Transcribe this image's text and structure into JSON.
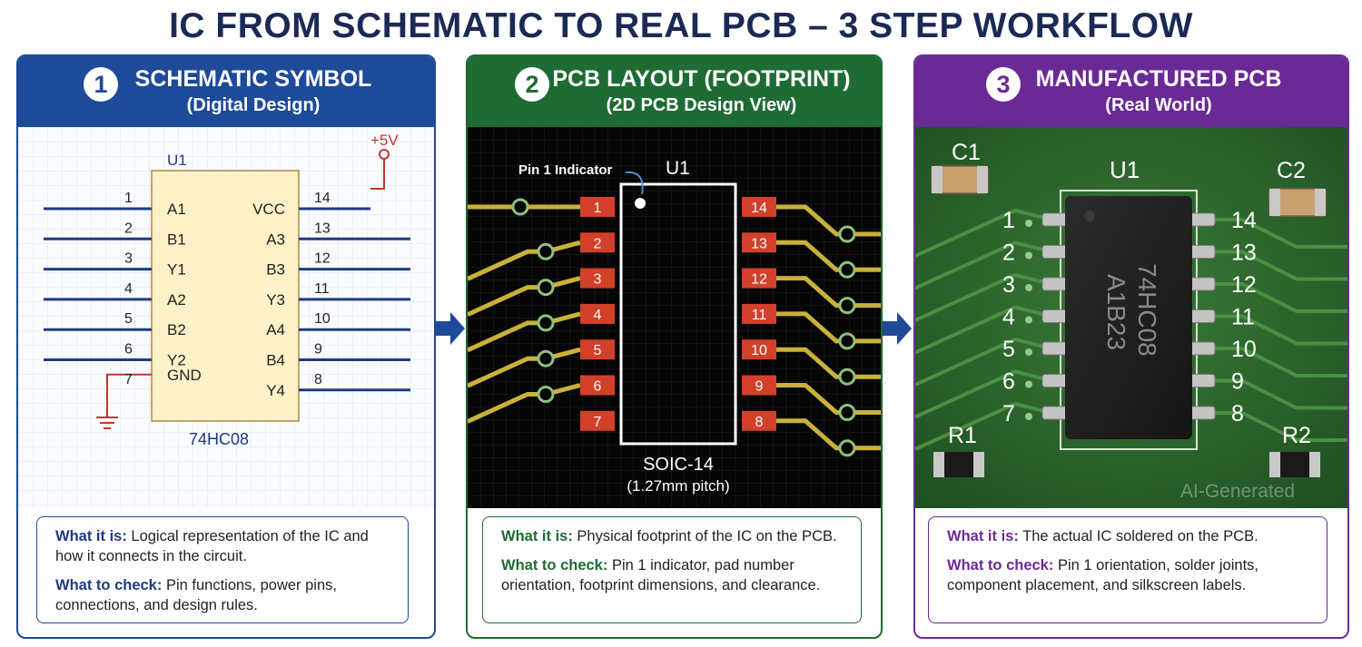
{
  "title": "IC FROM SCHEMATIC TO REAL PCB – 3 STEP WORKFLOW",
  "colors": {
    "blue": "#1e4a9a",
    "green": "#1e6b34",
    "purple": "#6a2a96",
    "pad": "#d2402a",
    "trace": "#c9b13a"
  },
  "panel1": {
    "number": "1",
    "title": "SCHEMATIC SYMBOL",
    "subtitle": "(Digital Design)",
    "ref": "U1",
    "part": "74HC08",
    "power": "+5V",
    "left_pins": [
      {
        "num": "1",
        "name": "A1"
      },
      {
        "num": "2",
        "name": "B1"
      },
      {
        "num": "3",
        "name": "Y1"
      },
      {
        "num": "4",
        "name": "A2"
      },
      {
        "num": "5",
        "name": "B2"
      },
      {
        "num": "6",
        "name": "Y2"
      },
      {
        "num": "7",
        "name": "GND"
      }
    ],
    "right_pins": [
      {
        "num": "14",
        "name": "VCC"
      },
      {
        "num": "13",
        "name": "A3"
      },
      {
        "num": "12",
        "name": "B3"
      },
      {
        "num": "11",
        "name": "Y3"
      },
      {
        "num": "10",
        "name": "A4"
      },
      {
        "num": "9",
        "name": "B4"
      },
      {
        "num": "8",
        "name": "Y4"
      }
    ],
    "what_label": "What it is:",
    "what_text": "Logical representation of the IC and how it connects in the circuit.",
    "check_label": "What to check:",
    "check_text": "Pin functions, power pins, connections, and design rules."
  },
  "panel2": {
    "number": "2",
    "title": "PCB LAYOUT (FOOTPRINT)",
    "subtitle": "(2D PCB Design View)",
    "ref": "U1",
    "pin1_label": "Pin 1 Indicator",
    "package": "SOIC-14",
    "pitch": "(1.27mm pitch)",
    "left_pads": [
      "1",
      "2",
      "3",
      "4",
      "5",
      "6",
      "7"
    ],
    "right_pads": [
      "14",
      "13",
      "12",
      "11",
      "10",
      "9",
      "8"
    ],
    "what_label": "What it is:",
    "what_text": "Physical footprint of the IC on the PCB.",
    "check_label": "What to check:",
    "check_text": "Pin 1 indicator, pad number orientation, footprint dimensions, and clearance."
  },
  "panel3": {
    "number": "3",
    "title": "MANUFACTURED PCB",
    "subtitle": "(Real World)",
    "ref": "U1",
    "chip_line1": "74HC08",
    "chip_line2": "A1B23",
    "c1": "C1",
    "c2": "C2",
    "r1": "R1",
    "r2": "R2",
    "left_labels": [
      "1",
      "2",
      "3",
      "4",
      "5",
      "6",
      "7"
    ],
    "right_labels": [
      "14",
      "13",
      "12",
      "11",
      "10",
      "9",
      "8"
    ],
    "watermark": "AI-Generated",
    "what_label": "What it is:",
    "what_text": "The actual IC soldered on the PCB.",
    "check_label": "What to check:",
    "check_text": "Pin 1 orientation, solder joints, component placement, and silkscreen labels."
  }
}
